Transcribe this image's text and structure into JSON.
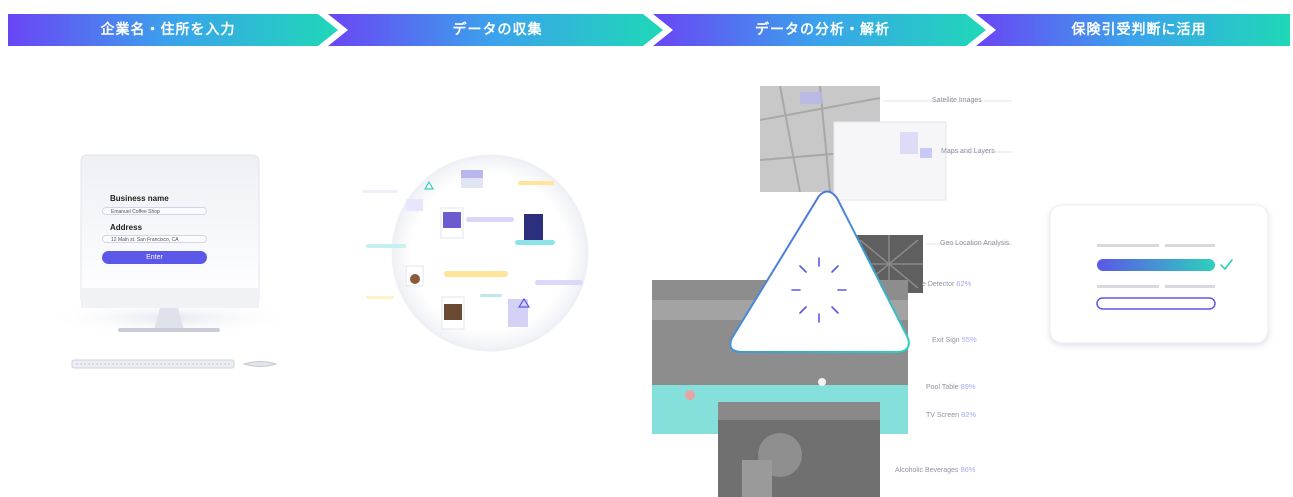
{
  "steps": [
    {
      "label": "企業名・住所を入力"
    },
    {
      "label": "データの収集"
    },
    {
      "label": "データの分析・解析"
    },
    {
      "label": "保険引受判断に活用"
    }
  ],
  "colors": {
    "banner_start": "#6a45f5",
    "banner_mid": "#3aa3ec",
    "banner_end": "#1fd8b7",
    "accent_purple": "#5b57e8",
    "accent_teal": "#2dd0bd"
  },
  "computer_form": {
    "business_label": "Business name",
    "business_value": "Emanuel Coffee Shop",
    "address_label": "Address",
    "address_value": "12 Main st. San Francisco, CA",
    "enter_label": "Enter"
  },
  "analysis": {
    "labels": [
      {
        "text": "Satellite Images",
        "pct": ""
      },
      {
        "text": "Maps and Layers",
        "pct": ""
      },
      {
        "text": "Geo Location Analysis",
        "pct": ""
      },
      {
        "text": "e Detector",
        "pct": "62%"
      },
      {
        "text": "Exit Sign",
        "pct": "55%"
      },
      {
        "text": "Pool Table",
        "pct": "89%"
      },
      {
        "text": "TV Screen",
        "pct": "82%"
      },
      {
        "text": "Alcoholic Beverages",
        "pct": "86%"
      }
    ]
  }
}
